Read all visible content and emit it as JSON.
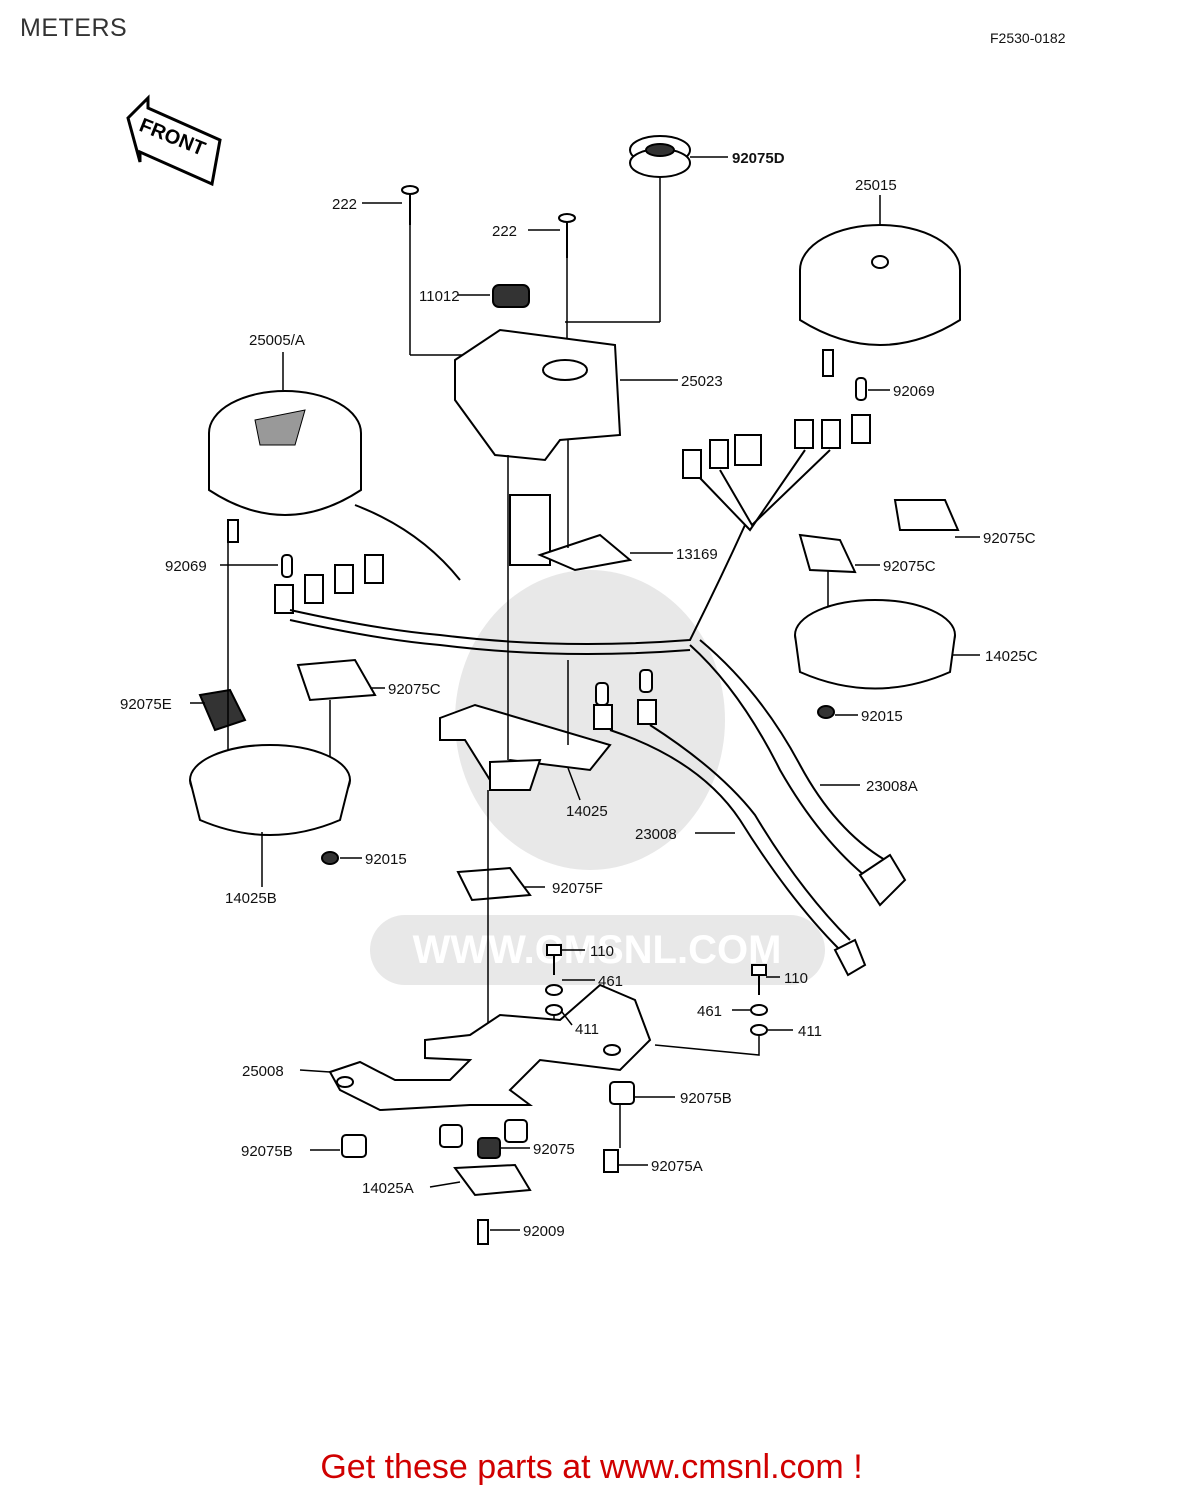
{
  "page": {
    "title": "METERS",
    "diagram_code": "F2530-0182"
  },
  "front_label": "FRONT",
  "watermark": "WWW.CMSNL.COM",
  "footer": "Get these parts at www.cmsnl.com !",
  "callouts": {
    "c1": "92075D",
    "c2": "222",
    "c3": "222",
    "c4": "25015",
    "c5": "11012",
    "c6": "25005/A",
    "c7": "25023",
    "c8": "92069",
    "c9": "92075C",
    "c10": "13169",
    "c11": "92069",
    "c12": "92075C",
    "c13": "14025C",
    "c14": "92075C",
    "c15": "92075E",
    "c16": "92015",
    "c17": "23008A",
    "c18": "14025",
    "c19": "23008",
    "c20": "92015",
    "c21": "14025B",
    "c22": "92075F",
    "c23": "110",
    "c24": "110",
    "c25": "461",
    "c26": "411",
    "c27": "461",
    "c28": "411",
    "c29": "25008",
    "c30": "92075B",
    "c31": "92075B",
    "c32": "92075",
    "c33": "92075A",
    "c34": "14025A",
    "c35": "92009"
  }
}
